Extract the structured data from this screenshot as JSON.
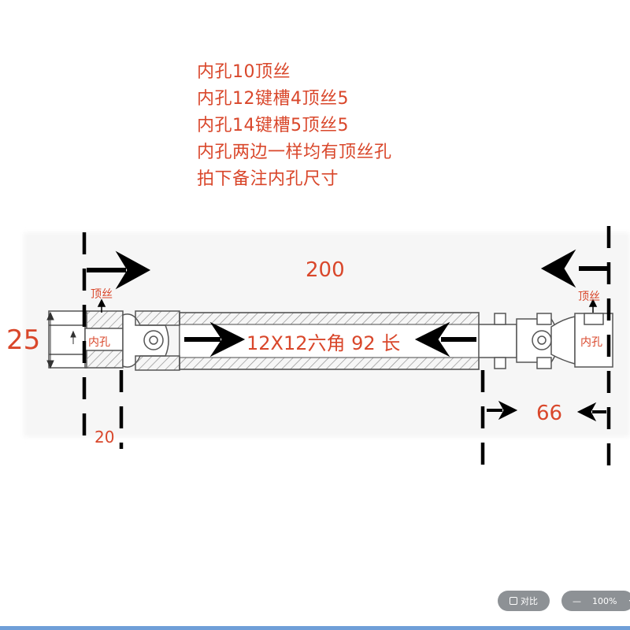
{
  "notes": [
    "内孔10顶丝",
    "内孔12键槽4顶丝5",
    "内孔14键槽5顶丝5",
    "内孔两边一样均有顶丝孔",
    "拍下备注内孔尺寸"
  ],
  "dimensions": {
    "overall_length": "200",
    "height": "25",
    "left_hub_width": "20",
    "right_end_length": "66",
    "shaft_label": "12X12六角 92 长"
  },
  "labels": {
    "set_screw_left": "顶丝",
    "set_screw_right": "顶丝",
    "bore_left": "内孔",
    "bore_right": "内孔"
  },
  "viewer": {
    "compare_label": "对比",
    "zoom_out": "—",
    "zoom_level": "100%",
    "zoom_in": "+"
  },
  "colors": {
    "annotation": "#d9472b",
    "line": "#000000",
    "drawing": "#555555",
    "hatch": "#888888",
    "pill": "#8d9195"
  }
}
